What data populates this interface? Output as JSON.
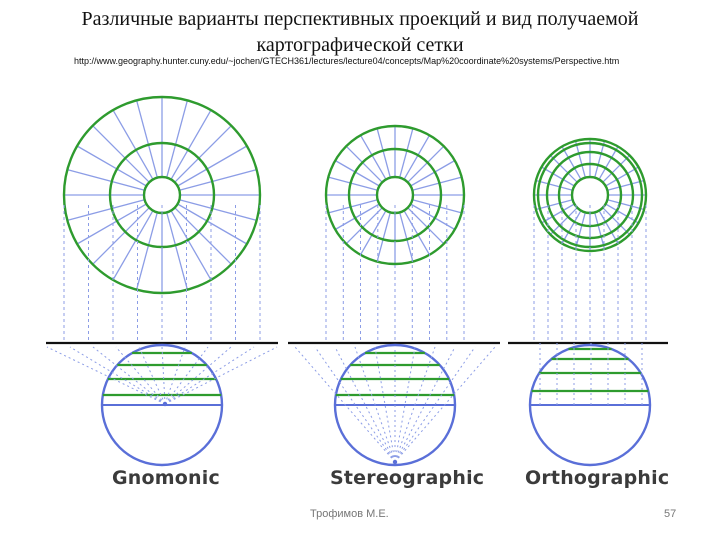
{
  "slide": {
    "title_line1": "Различные варианты перспективных проекций и вид получаемой",
    "title_line2": "картографической сетки",
    "source_url": "http://www.geography.hunter.cuny.edu/~jochen/GTECH361/lectures/lecture04/concepts/Map%20coordinate%20systems/Perspective.htm",
    "author": "Трофимов М.Е.",
    "page_number": "57"
  },
  "projections": [
    {
      "label": "Gnomonic"
    },
    {
      "label": "Stereographic"
    },
    {
      "label": "Orthographic"
    }
  ],
  "colors": {
    "green": "#2e9b2e",
    "blue": "#5a6fd8",
    "light_blue": "#8c9de6",
    "black": "#111111"
  }
}
